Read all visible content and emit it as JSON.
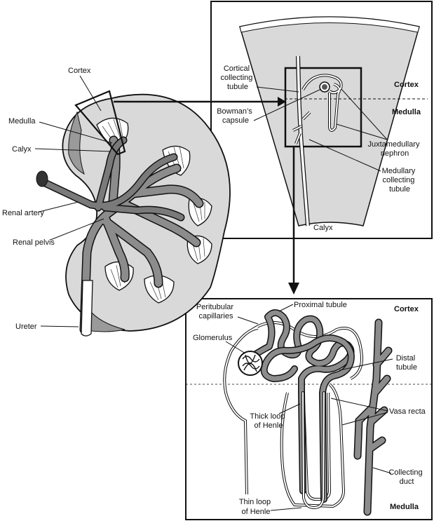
{
  "labels": {
    "cortex": "Cortex",
    "medulla": "Medulla",
    "calyx": "Calyx",
    "renal_artery": "Renal artery",
    "renal_pelvis": "Renal pelvis",
    "ureter": "Ureter",
    "cortical_collecting_tubule": [
      "Cortical",
      "collecting",
      "tubule"
    ],
    "bowmans_capsule": [
      "Bowman’s",
      "capsule"
    ],
    "juxtamedullary_nephron": [
      "Juxtamedullary",
      "nephron"
    ],
    "medullary_collecting_tubule": [
      "Medullary",
      "collecting",
      "tubule"
    ],
    "wedge_cortex": "Cortex",
    "wedge_medulla": "Medulla",
    "wedge_calyx": "Calyx",
    "peritubular_capillaries": [
      "Peritubular",
      "capillaries"
    ],
    "proximal_tubule": "Proximal tubule",
    "glomerulus": "Glomerulus",
    "distal_tubule": [
      "Distal",
      "tubule"
    ],
    "thick_loop_of_henle": [
      "Thick loop",
      "of Henle"
    ],
    "vasa_recta": "Vasa recta",
    "thin_loop_of_henle": [
      "Thin loop",
      "of Henle"
    ],
    "collecting_duct": [
      "Collecting",
      "duct"
    ],
    "nephron_cortex": "Cortex",
    "nephron_medulla": "Medulla"
  },
  "colors": {
    "ink": "#111111",
    "vessel_fill": "#8c8c8c",
    "tissue_fill": "#d9d9d9",
    "light_fill": "#ececec",
    "paper": "#ffffff"
  }
}
